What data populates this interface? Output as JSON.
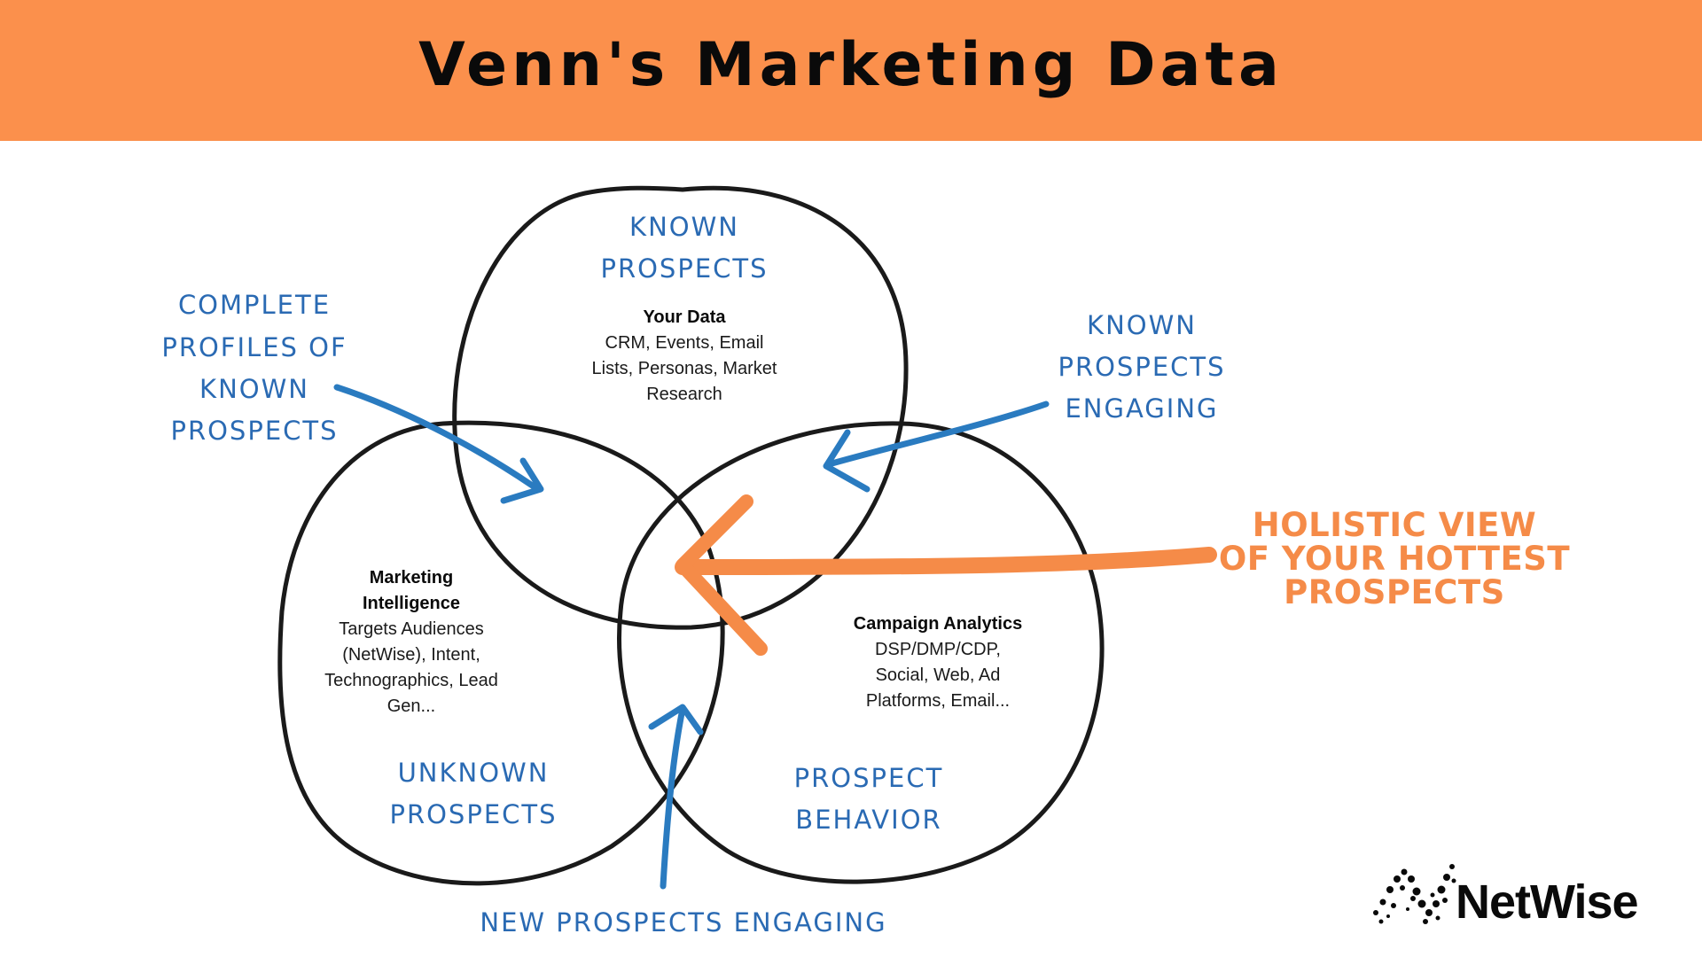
{
  "header": {
    "title": "Venn's Marketing Data"
  },
  "circles": {
    "top": {
      "heading": [
        "KNOWN",
        "PROSPECTS"
      ],
      "bold_title": "Your Data",
      "lines": [
        "CRM, Events, Email",
        "Lists, Personas, Market",
        "Research"
      ]
    },
    "left": {
      "bold_title": [
        "Marketing",
        "Intelligence"
      ],
      "lines": [
        "Targets Audiences",
        "(NetWise), Intent,",
        "Technographics, Lead",
        "Gen..."
      ],
      "heading": [
        "UNKNOWN",
        "PROSPECTS"
      ]
    },
    "right": {
      "bold_title": "Campaign Analytics",
      "lines": [
        "DSP/DMP/CDP,",
        "Social, Web, Ad",
        "Platforms, Email..."
      ],
      "heading": [
        "PROSPECT",
        "BEHAVIOR"
      ]
    }
  },
  "callouts": {
    "complete_profiles": [
      "COMPLETE",
      "PROFILES OF",
      "KNOWN",
      "PROSPECTS"
    ],
    "known_engaging": [
      "KNOWN",
      "PROSPECTS",
      "ENGAGING"
    ],
    "new_engaging": "NEW PROSPECTS ENGAGING",
    "holistic": [
      "HOLISTIC VIEW",
      "OF YOUR HOTTEST",
      "PROSPECTS"
    ]
  },
  "logo": {
    "name": "NetWise",
    "icon": "netwise-dotted-wave-icon"
  },
  "colors": {
    "header_bg": "#fb904c",
    "handwriting_blue": "#2a6ab3",
    "arrow_blue": "#2a7bc0",
    "accent_orange": "#f58b48",
    "ink": "#0a0a0a"
  }
}
